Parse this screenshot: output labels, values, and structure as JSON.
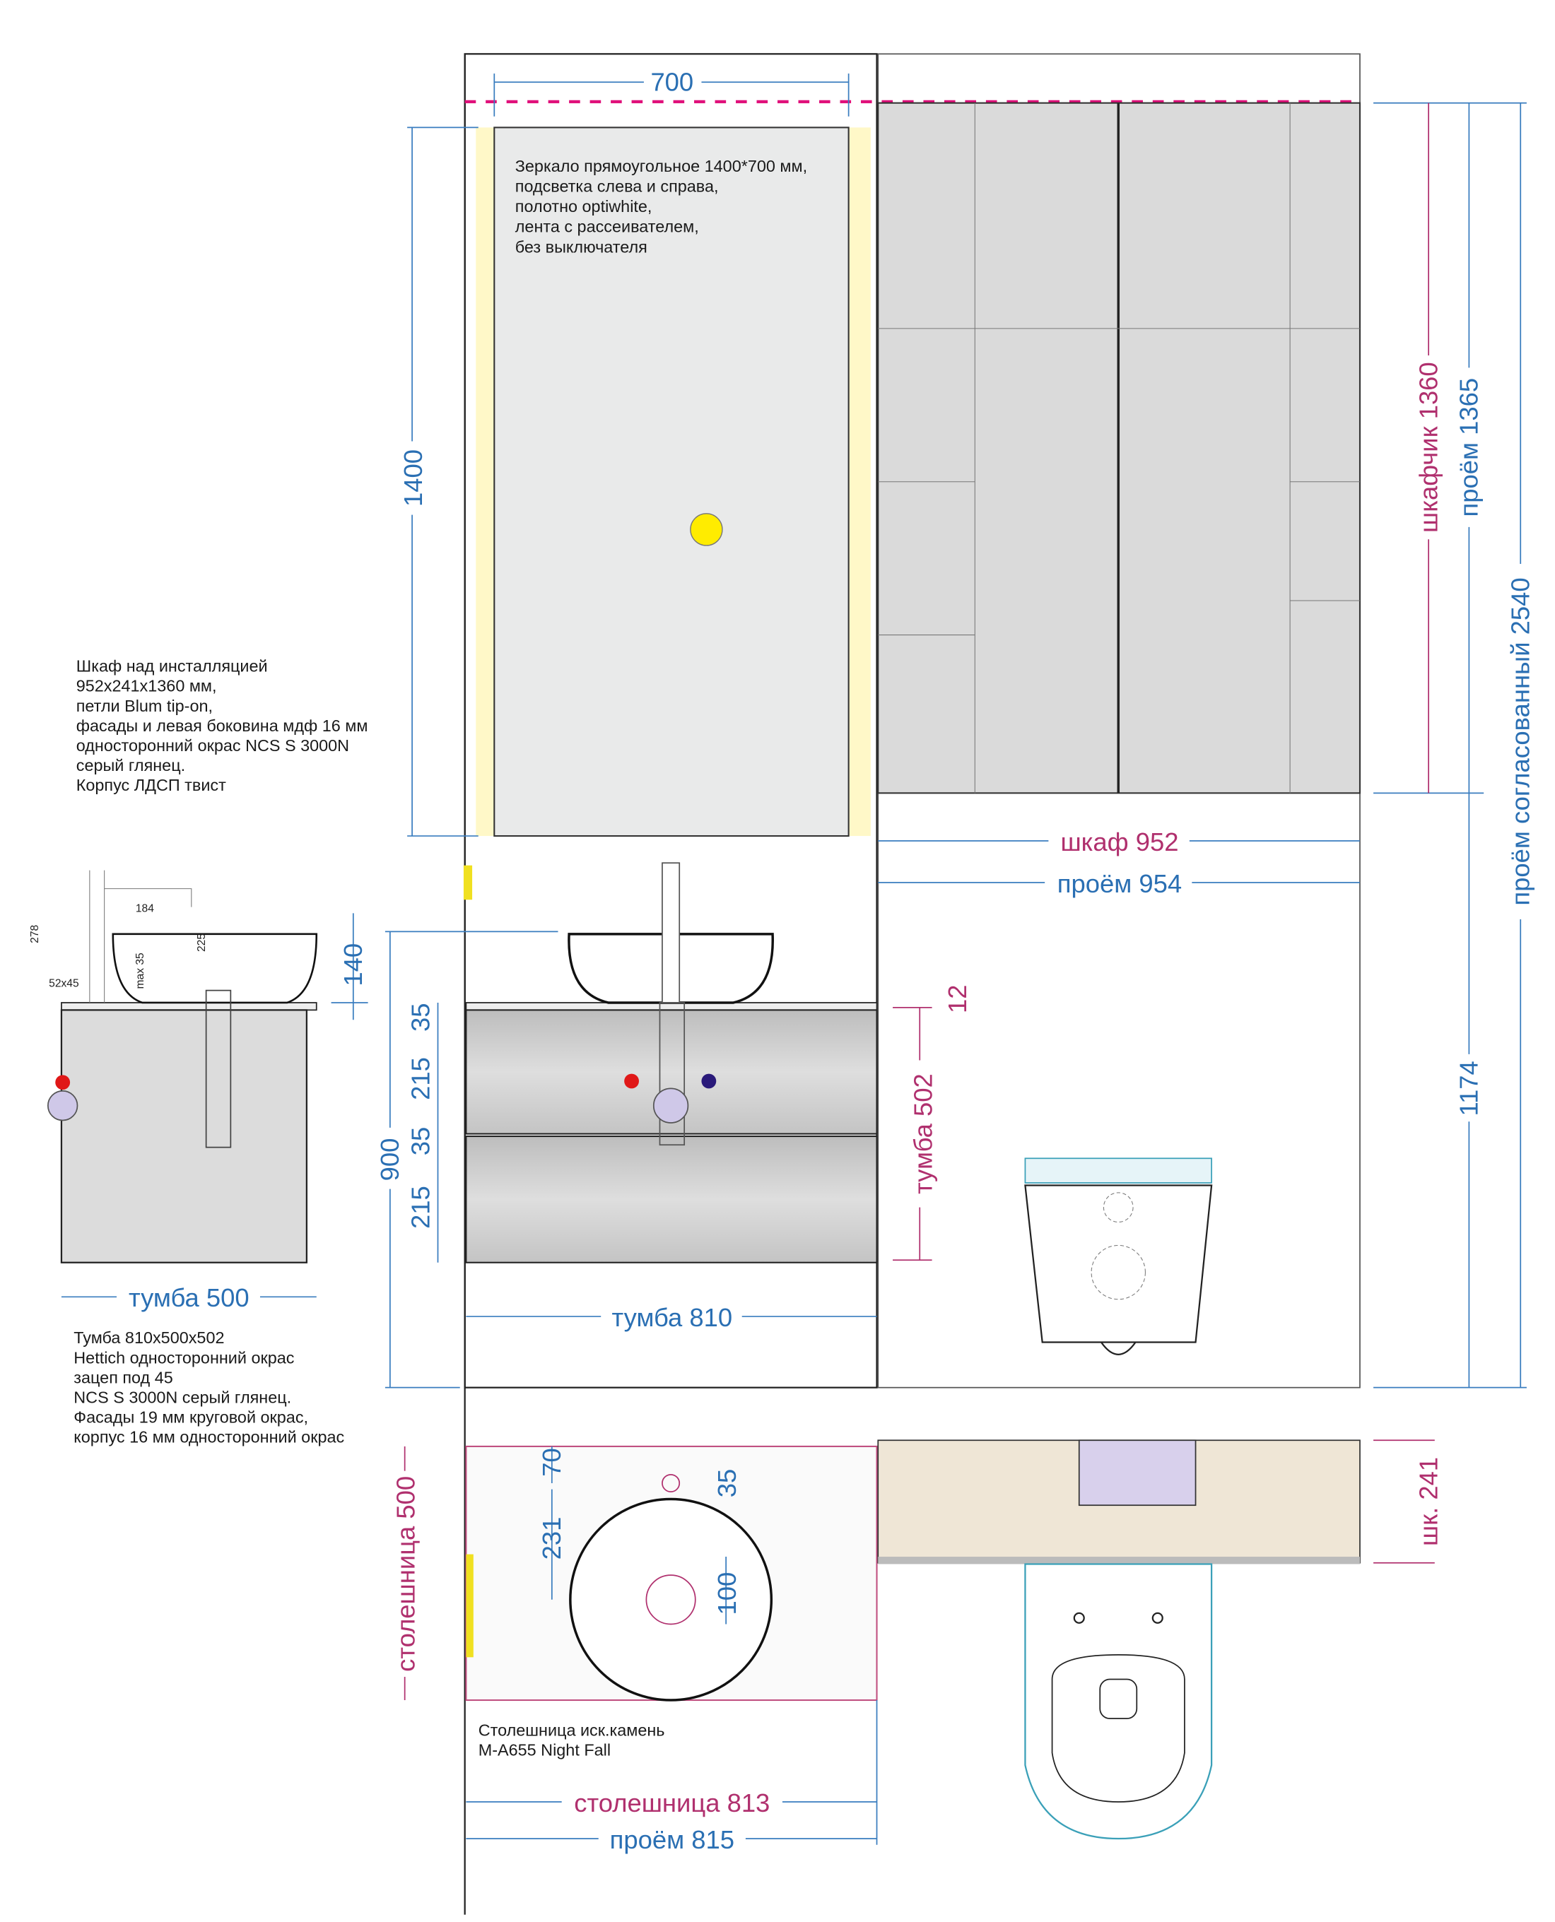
{
  "mirror": {
    "width_dim": "700",
    "height_dim": "1400",
    "note": [
      "Зеркало прямоугольное 1400*700 мм,",
      "подсветка слева и справа,",
      "полотно optiwhite,",
      "лента с рассеивателем,",
      "без выключателя"
    ]
  },
  "wall_cabinet": {
    "note": [
      "Шкаф над инсталляцией",
      "952x241x1360 мм,",
      "петли Blum tip-on,",
      "фасады и левая боковина мдф 16 мм",
      "односторонний окрас NCS S 3000N",
      "серый глянец.",
      "Корпус ЛДСП твист"
    ],
    "width_dim": "шкаф 952",
    "opening_dim": "проём 954",
    "height_dim": "шкафчик 1360",
    "opening_height_dim": "проём 1365",
    "below_dim": "1174",
    "total_dim": "проём согласованный 2540",
    "depth_dim": "шк. 241"
  },
  "side_view": {
    "faucet_height": "278",
    "faucet_reach": "184",
    "spout_height": "225",
    "base": "52x45",
    "max": "max 35",
    "sink_height": "140",
    "width_dim": "тумба 500"
  },
  "vanity": {
    "total_height": "900",
    "dims": [
      "35",
      "215",
      "35",
      "215"
    ],
    "height_dim": "тумба 502",
    "top_thickness": "12",
    "width_dim": "тумба 810",
    "note": [
      "Тумба 810x500x502",
      "Hettich односторонний окрас",
      "зацеп под 45",
      "NCS S 3000N серый глянец.",
      "Фасады 19 мм круговой окрас,",
      "корпус 16 мм односторонний окрас"
    ]
  },
  "countertop": {
    "dims": [
      "70",
      "35",
      "231",
      "100"
    ],
    "depth_dim": "столешница 500",
    "note": [
      "Столешница иск.камень",
      "M-A655 Night Fall"
    ],
    "width_dim": "столешница 813",
    "opening_dim": "проём 815"
  },
  "colors": {
    "blue": "#2a6fb3",
    "magenta": "#b0306e",
    "glow": "#fffbd0"
  }
}
